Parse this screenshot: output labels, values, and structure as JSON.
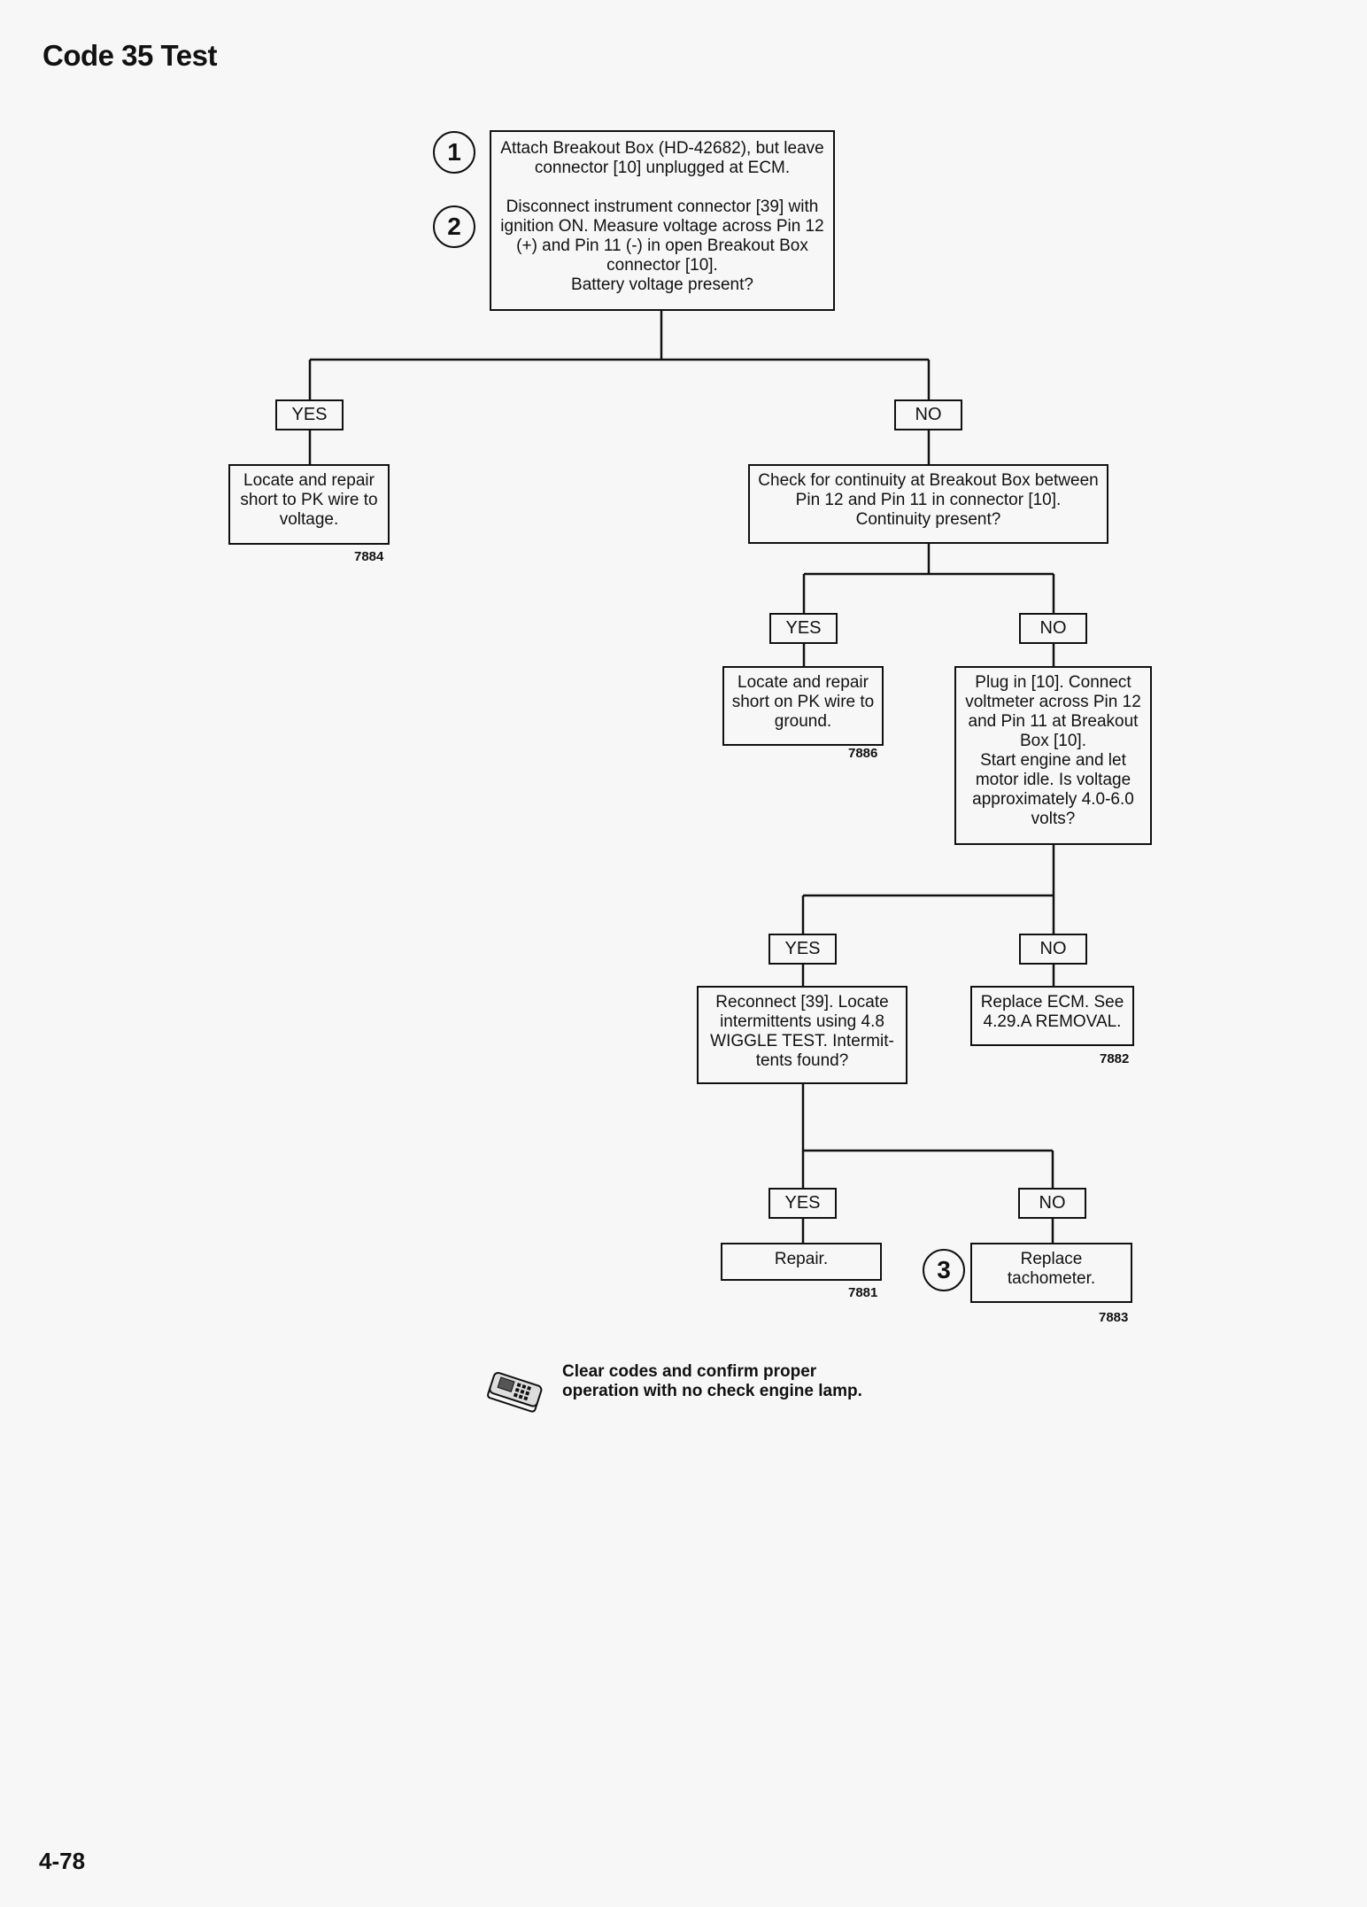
{
  "page_title": "Code 35 Test",
  "page_number": "4-78",
  "steps": [
    "1",
    "2",
    "3"
  ],
  "boxes": {
    "start": "Attach Breakout Box (HD-42682), but leave connector [10] unplugged at ECM.\n\nDisconnect instrument connector [39] with ignition ON. Measure voltage across Pin 12 (+) and Pin 11 (-) in open Breakout Box connector [10].\nBattery voltage present?",
    "repair_short_voltage": "Locate and repair short to PK wire to voltage.",
    "continuity_check": "Check for continuity at Breakout Box between Pin 12 and Pin 11 in connector [10].\nContinuity present?",
    "repair_short_ground": "Locate and repair short on PK wire to ground.",
    "voltmeter_check": "Plug in [10]. Connect voltmeter across Pin 12 and Pin 11 at Breakout Box [10].\nStart engine and let motor idle. Is voltage approximately 4.0-6.0 volts?",
    "wiggle_test": "Reconnect [39]. Locate intermittents using 4.8 WIGGLE TEST. Intermit-tents found?",
    "replace_ecm": "Replace ECM. See 4.29.A REMOVAL.",
    "repair": "Repair.",
    "replace_tach": "Replace tachometer."
  },
  "labels": {
    "yes": "YES",
    "no": "NO"
  },
  "figure_numbers": {
    "repair_short_voltage": "7884",
    "repair_short_ground": "7886",
    "replace_ecm": "7882",
    "repair": "7881",
    "replace_tach": "7883"
  },
  "footer_note": "Clear codes and confirm proper operation with no check engine lamp.",
  "tool_icon": "diagnostic-tool-icon"
}
